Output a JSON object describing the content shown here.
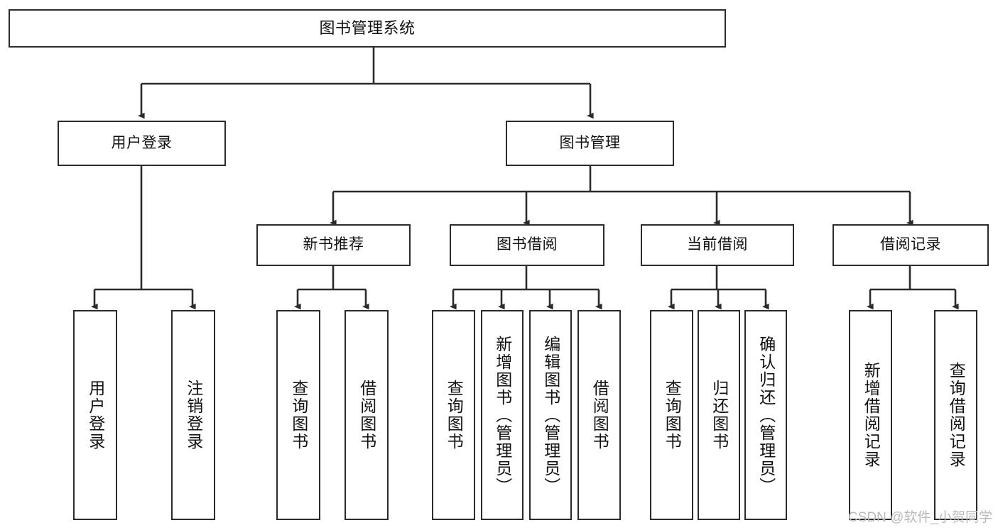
{
  "diagram": {
    "type": "tree",
    "title": "图书管理系统",
    "orientation": "top-down",
    "colors": {
      "box_border": "#2b2b2b",
      "box_fill": "#ffffff",
      "connector": "#2b2b2b",
      "background": "#ffffff",
      "watermark": "#b9b9b9"
    },
    "root": {
      "label": "图书管理系统"
    },
    "level2": [
      {
        "label": "用户登录"
      },
      {
        "label": "图书管理"
      }
    ],
    "level3": [
      {
        "label": "新书推荐"
      },
      {
        "label": "图书借阅"
      },
      {
        "label": "当前借阅"
      },
      {
        "label": "借阅记录"
      }
    ],
    "leaves": {
      "user_login": [
        {
          "label": "用户登录"
        },
        {
          "label": "注销登录"
        }
      ],
      "new_book_recommend": [
        {
          "label": "查询图书"
        },
        {
          "label": "借阅图书"
        }
      ],
      "book_borrow": [
        {
          "label": "查询图书"
        },
        {
          "label": "新增图书（管理员）"
        },
        {
          "label": "编辑图书（管理员）"
        },
        {
          "label": "借阅图书"
        }
      ],
      "current_borrow": [
        {
          "label": "查询图书"
        },
        {
          "label": "归还图书"
        },
        {
          "label": "确认归还（管理员）"
        }
      ],
      "borrow_record": [
        {
          "label": "新增借阅记录"
        },
        {
          "label": "查询借阅记录"
        }
      ]
    }
  },
  "watermark": {
    "text": "CSDN @软件_小贺同学"
  }
}
